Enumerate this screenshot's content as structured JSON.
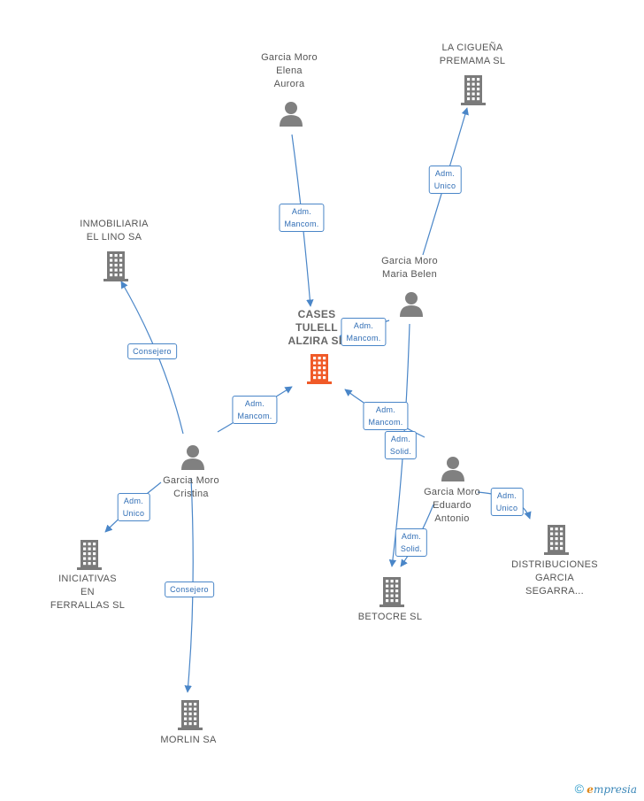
{
  "colors": {
    "edge": "#4a86c8",
    "building": "#7a7a7a",
    "center_building": "#f05a28",
    "person": "#808080"
  },
  "nodes": {
    "center": {
      "label": "CASES\nTULELL\nALZIRA SL",
      "type": "company",
      "icon": "building-icon"
    },
    "garcia_moro_elena": {
      "label": "Garcia Moro\nElena\nAurora",
      "type": "person",
      "icon": "person-icon"
    },
    "la_ciguena": {
      "label": "LA CIGUEÑA\nPREMAMA  SL",
      "type": "company",
      "icon": "building-icon"
    },
    "inmobiliaria": {
      "label": "INMOBILIARIA\nEL LINO SA",
      "type": "company",
      "icon": "building-icon"
    },
    "garcia_moro_maria": {
      "label": "Garcia Moro\nMaria Belen",
      "type": "person",
      "icon": "person-icon"
    },
    "garcia_moro_cristina": {
      "label": "Garcia Moro\nCristina",
      "type": "person",
      "icon": "person-icon"
    },
    "garcia_moro_eduardo": {
      "label": "Garcia Moro\nEduardo\nAntonio",
      "type": "person",
      "icon": "person-icon"
    },
    "iniciativas": {
      "label": "INICIATIVAS\nEN\nFERRALLAS SL",
      "type": "company",
      "icon": "building-icon"
    },
    "distribuciones": {
      "label": "DISTRIBUCIONES\nGARCIA\nSEGARRA...",
      "type": "company",
      "icon": "building-icon"
    },
    "betocre": {
      "label": "BETOCRE SL",
      "type": "company",
      "icon": "building-icon"
    },
    "morlin": {
      "label": "MORLIN SA",
      "type": "company",
      "icon": "building-icon"
    }
  },
  "edges": [
    {
      "from": "garcia_moro_elena",
      "to": "center",
      "label": "Adm.\nMancom."
    },
    {
      "from": "garcia_moro_maria",
      "to": "la_ciguena",
      "label": "Adm.\nUnico"
    },
    {
      "from": "garcia_moro_maria",
      "to": "center",
      "label": "Adm.\nMancom."
    },
    {
      "from": "garcia_moro_cristina",
      "to": "inmobiliaria",
      "label": "Consejero"
    },
    {
      "from": "garcia_moro_cristina",
      "to": "center",
      "label": "Adm.\nMancom."
    },
    {
      "from": "garcia_moro_cristina",
      "to": "iniciativas",
      "label": "Adm.\nUnico"
    },
    {
      "from": "garcia_moro_cristina",
      "to": "morlin",
      "label": "Consejero"
    },
    {
      "from": "garcia_moro_eduardo",
      "to": "center",
      "label": "Adm.\nMancom."
    },
    {
      "from": "garcia_moro_maria",
      "to": "betocre",
      "label": "Adm.\nSolid."
    },
    {
      "from": "garcia_moro_eduardo",
      "to": "betocre",
      "label": "Adm.\nSolid."
    },
    {
      "from": "garcia_moro_eduardo",
      "to": "distribuciones",
      "label": "Adm.\nUnico"
    }
  ],
  "watermark": {
    "copyright": "©",
    "brand_initial": "e",
    "brand_rest": "mpresia"
  }
}
